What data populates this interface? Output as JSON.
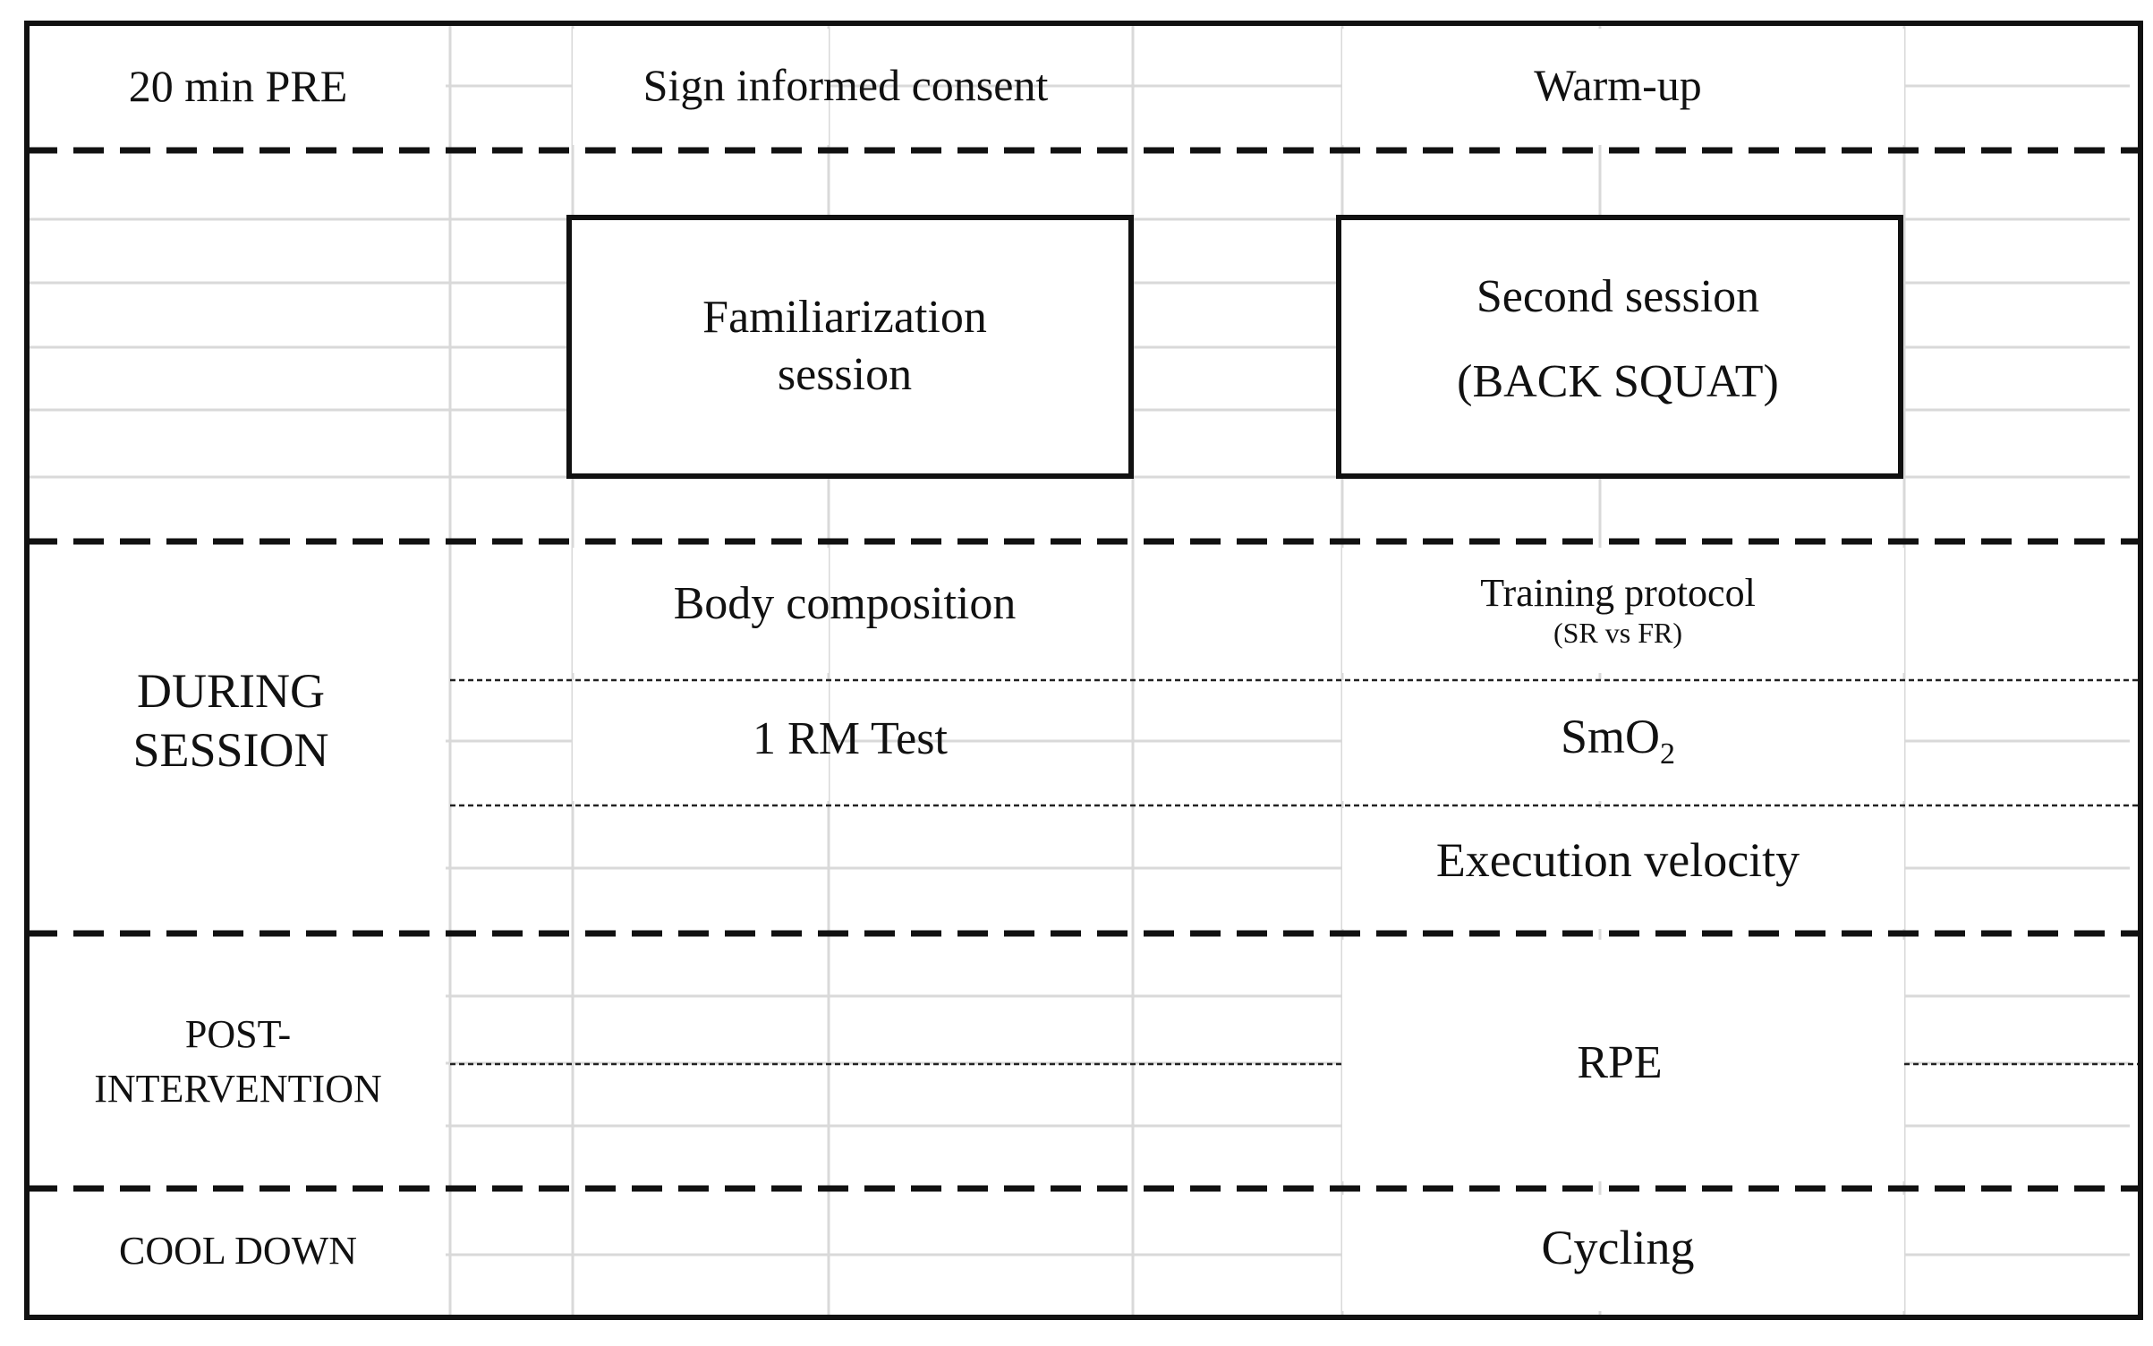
{
  "phases": {
    "pre": "20 min PRE",
    "during": [
      "DURING",
      "SESSION"
    ],
    "post": [
      "POST-",
      "INTERVENTION"
    ],
    "cooldown": "COOL DOWN"
  },
  "steps": {
    "consent": "Sign informed consent",
    "warmup": "Warm-up",
    "familiarization": [
      "Familiarization",
      "session"
    ],
    "second_session": [
      "Second session",
      "(BACK SQUAT)"
    ],
    "body_composition": "Body composition",
    "training_protocol": "Training protocol",
    "training_protocol_sub": "(SR vs FR)",
    "one_rm": "1 RM Test",
    "smo2_base": "SmO",
    "smo2_sub": "2",
    "velocity": "Execution velocity",
    "rpe": "RPE",
    "cycling": "Cycling"
  }
}
